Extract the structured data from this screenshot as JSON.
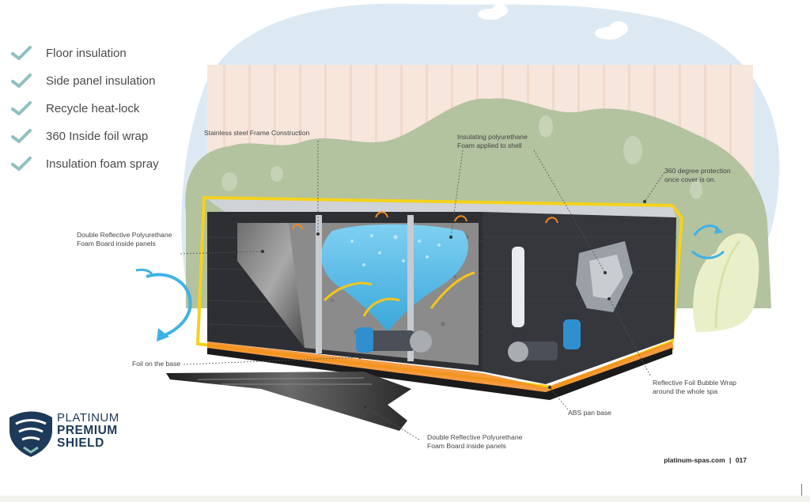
{
  "features": [
    {
      "label": "Floor insulation"
    },
    {
      "label": "Side panel insulation"
    },
    {
      "label": "Recycle heat-lock"
    },
    {
      "label": "360 Inside foil wrap"
    },
    {
      "label": "Insulation foam spray"
    }
  ],
  "callouts": {
    "frame": "Stainless steel Frame Construction",
    "foam_spray_l1": "Insulating polyurethane",
    "foam_spray_l2": "Foam applied to shell",
    "protection_l1": "360 degree protection",
    "protection_l2": "once cover is on.",
    "board_l1": "Double Reflective Polyurethane",
    "board_l2": "Foam Board inside panels",
    "foil_base": "Foil on the base",
    "bubble_l1": "Reflective Foil Bubble Wrap",
    "bubble_l2": "around the whole spa",
    "abs": "ABS pan base",
    "board2_l1": "Double Reflective Polyurethane",
    "board2_l2": "Foam Board inside panels"
  },
  "brand": {
    "line1": "PLATINUM",
    "line2": "PREMIUM",
    "line3": "SHIELD"
  },
  "footer": {
    "site": "platinum-spas.com",
    "sep": "|",
    "page": "017"
  },
  "colors": {
    "check": "#8fc0bf",
    "brand": "#1e3a5a",
    "sky": "#dce9f3",
    "fence": "#f6e6dc",
    "hedge": "#b3c29f",
    "cabinet": "#2d2f33",
    "trim_yellow": "#f5d21a",
    "trim_orange": "#f28a1e",
    "water": "#64c2ea",
    "arrow_blue": "#3fb2e4"
  }
}
